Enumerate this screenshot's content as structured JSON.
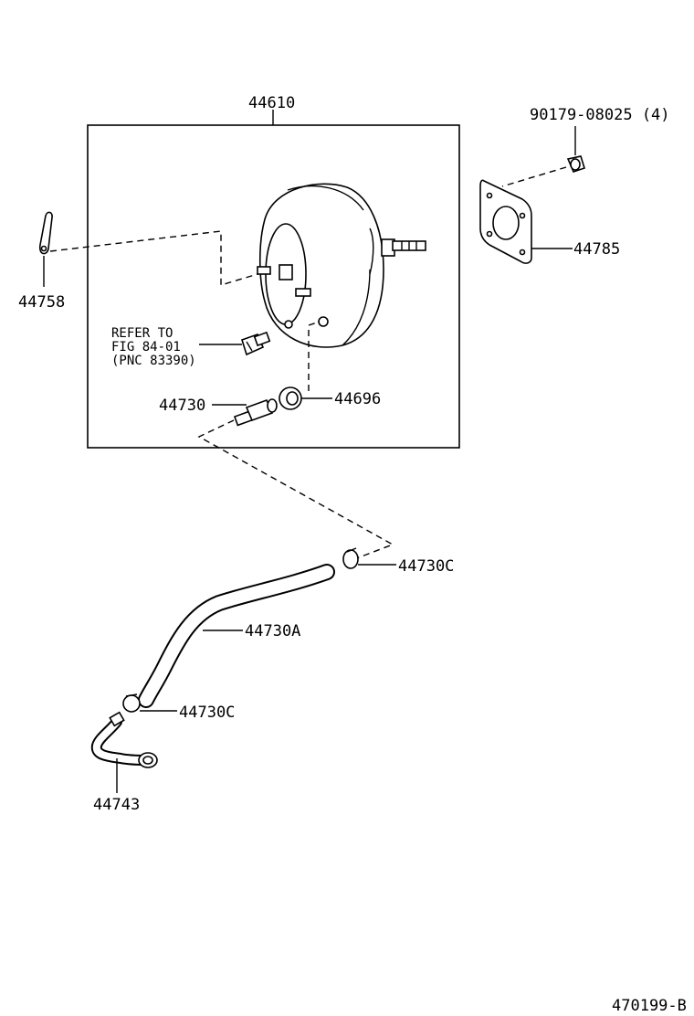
{
  "labels": {
    "booster": "44610",
    "nut": "90179-08025 (4)",
    "gasket": "44785",
    "clip": "44758",
    "refer_line1": "REFER TO",
    "refer_line2": "FIG 84-01",
    "refer_line3": "(PNC 83390)",
    "check_valve": "44730",
    "grommet": "44696",
    "clamp_upper": "44730C",
    "hose": "44730A",
    "clamp_lower": "44730C",
    "union": "44743",
    "figure_code": "470199-B"
  }
}
